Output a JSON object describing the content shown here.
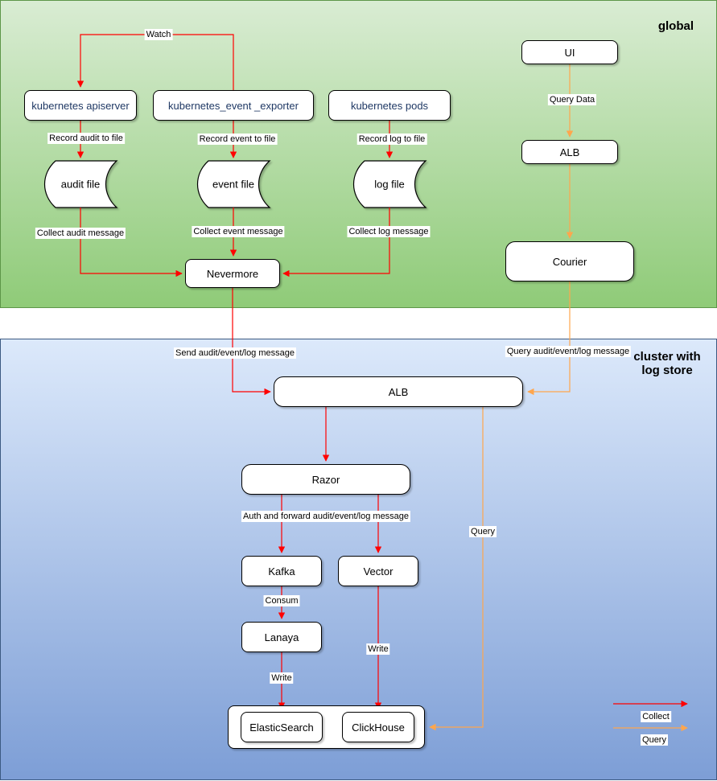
{
  "diagram": {
    "regions": {
      "global": {
        "label": "global"
      },
      "cluster": {
        "label": "cluster with log store"
      }
    },
    "nodes": {
      "apiserver": "kubernetes apiserver",
      "event_exporter": "kubernetes_event _exporter",
      "pods": "kubernetes pods",
      "audit_file": "audit file",
      "event_file": "event file",
      "log_file": "log file",
      "nevermore": "Nevermore",
      "ui": "UI",
      "alb_global": "ALB",
      "courier": "Courier",
      "alb_cluster": "ALB",
      "razor": "Razor",
      "kafka": "Kafka",
      "vector": "Vector",
      "lanaya": "Lanaya",
      "elasticsearch": "ElasticSearch",
      "clickhouse": "ClickHouse"
    },
    "edge_labels": {
      "watch": "Watch",
      "record_audit": "Record audit to file",
      "record_event": "Record event to file",
      "record_log": "Record log to file",
      "collect_audit": "Collect audit message",
      "collect_event": "Collect event message",
      "collect_log": "Collect log message",
      "query_data": "Query Data",
      "send_msg": "Send audit/event/log message",
      "query_msg": "Query audit/event/log message",
      "auth_forward": "Auth and forward audit/event/log message",
      "consum": "Consum",
      "write_lanaya": "Write",
      "write_vector": "Write",
      "query_side": "Query"
    },
    "legend": {
      "collect": "Collect",
      "query": "Query"
    },
    "colors": {
      "collect_arrow": "#ff0000",
      "query_arrow": "#ffa64d",
      "global_border": "#5d9648",
      "global_fill_top": "#d9ecd3",
      "global_fill_bottom": "#8fcb78",
      "cluster_border": "#3c5a82",
      "cluster_fill_top": "#dce9fb",
      "cluster_fill_bottom": "#7d9ed6",
      "k8s_text": "#1f3864"
    }
  }
}
